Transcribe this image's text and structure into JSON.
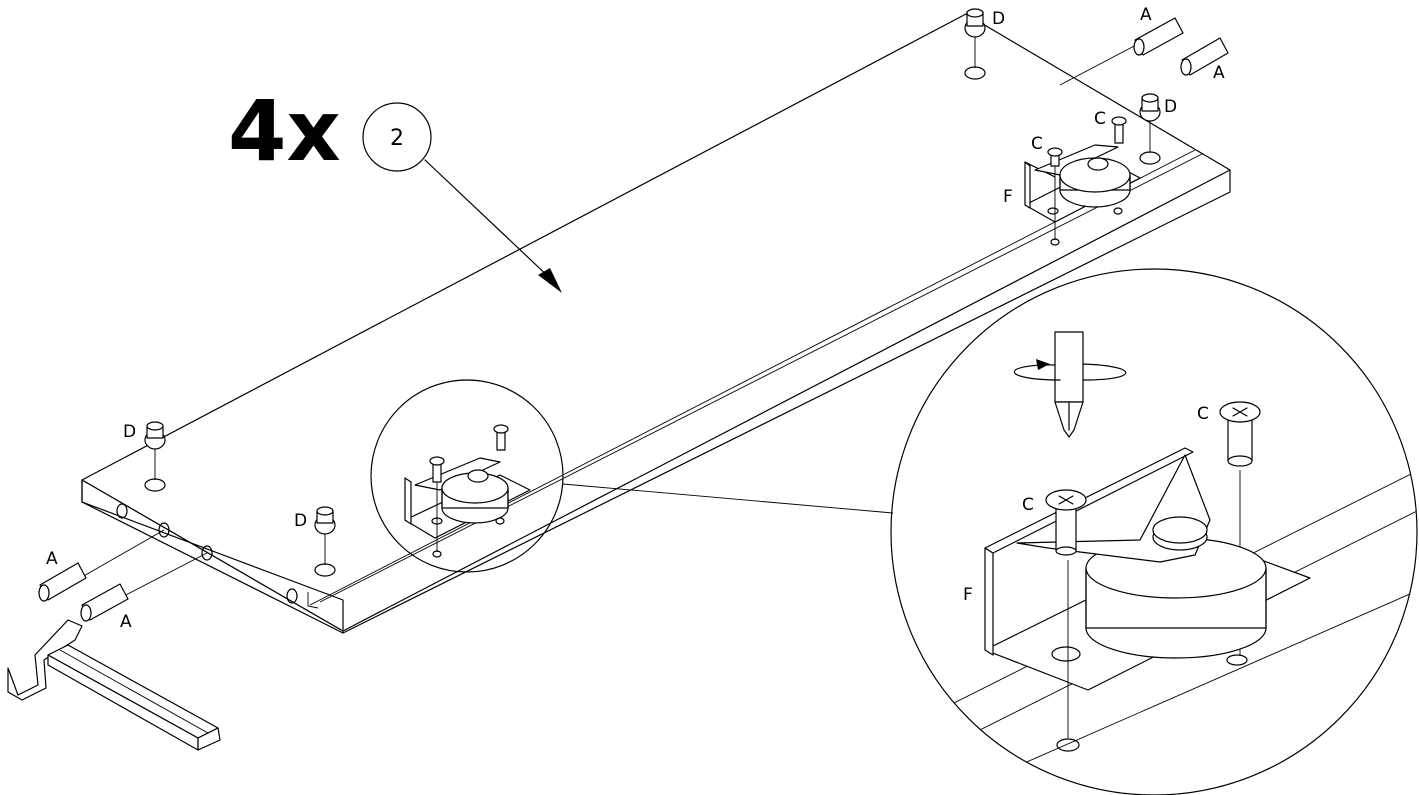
{
  "header": {
    "quantity": "4x",
    "part_number": "2"
  },
  "labels": {
    "a": "A",
    "c": "C",
    "d": "D",
    "f": "F"
  }
}
